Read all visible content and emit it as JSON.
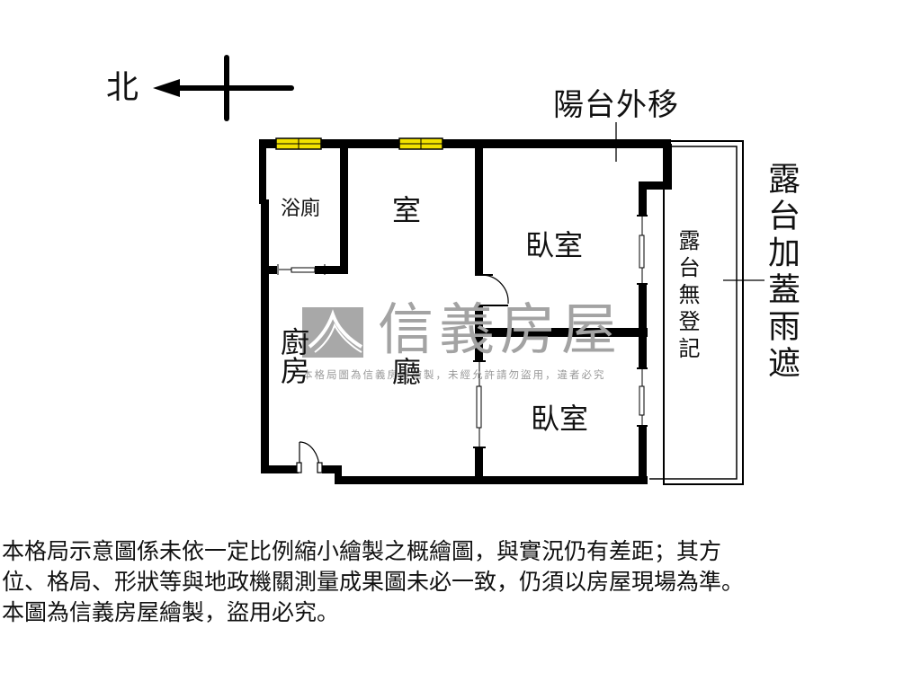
{
  "compass": {
    "direction_label": "北",
    "icon": "north-arrow-icon"
  },
  "annotations": {
    "balcony_moved": "陽台外移",
    "terrace_canopy": "露台加蓋雨遮"
  },
  "rooms": {
    "bathroom": "浴廁",
    "room": "室",
    "bedroom_1": "臥室",
    "bedroom_2": "臥室",
    "kitchen": "廚房",
    "living_room": "廳",
    "terrace": "露台無登記"
  },
  "watermark": {
    "brand": "信義房屋",
    "notice": "本格局圖為信義房屋繪製，未經允許請勿盜用，違者必究",
    "logo_color": "#a8a8a8"
  },
  "disclaimer": {
    "line1": "本格局示意圖係未依一定比例縮小繪製之概繪圖，與實況仍有差距；其方",
    "line2": "位、格局、形狀等與地政機關測量成果圖未必一致，仍須以房屋現場為準。",
    "line3": "本圖為信義房屋繪製，盜用必究。"
  },
  "colors": {
    "wall": "#000000",
    "window": "#f2e100",
    "watermark": "#a3a3a3",
    "background": "#ffffff"
  }
}
